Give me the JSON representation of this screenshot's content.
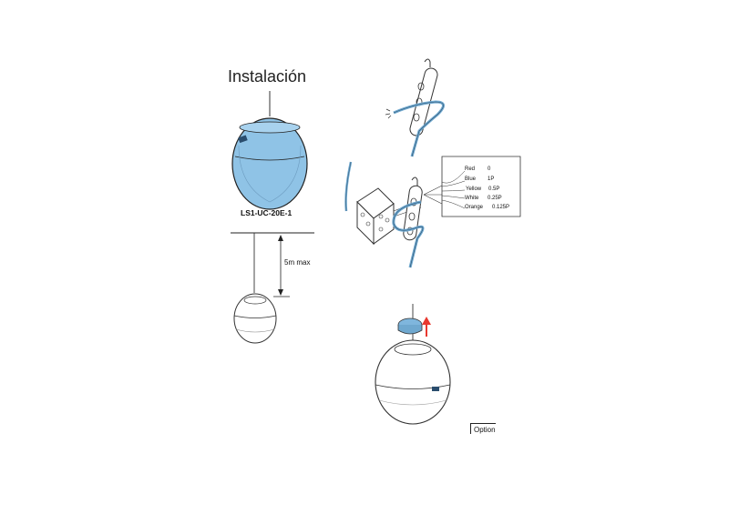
{
  "title": "Instalación",
  "model_label": "LS1-UC-20E-1",
  "dimension_label": "5m max",
  "wiring_table": [
    {
      "color": "Red",
      "value": "0"
    },
    {
      "color": "Blue",
      "value": "1P"
    },
    {
      "color": "Yellow",
      "value": "0.5P"
    },
    {
      "color": "White",
      "value": "0.25P"
    },
    {
      "color": "Orange",
      "value": "0.125P"
    }
  ],
  "option_label": "Option",
  "colors": {
    "speaker_fill": "#8fc3e6",
    "cable": "#6fa8cf",
    "arrow": "#e8382f",
    "cap": "#7fb6dd"
  }
}
